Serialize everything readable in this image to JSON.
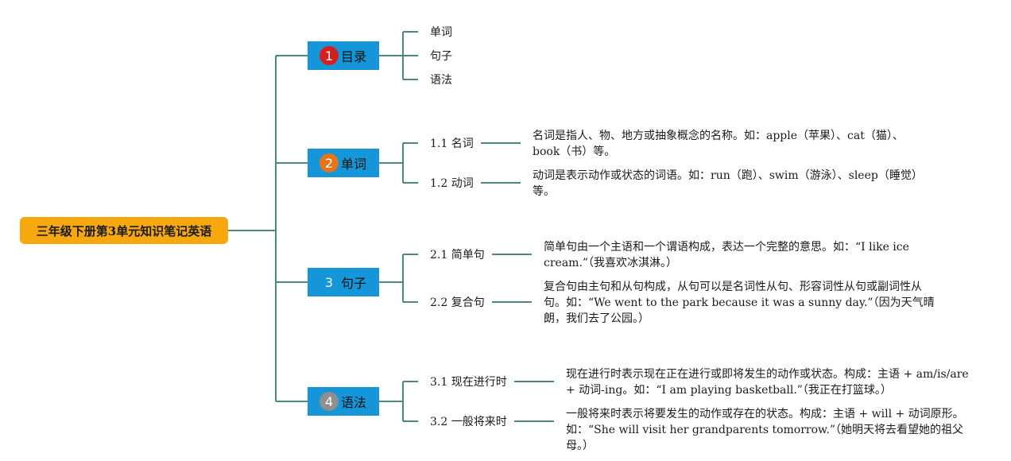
{
  "root": {
    "label": "三年级下册第3单元知识笔记英语",
    "color": "#f7a80f"
  },
  "link_color": "#4a8a78",
  "branches": [
    {
      "badge": "1",
      "badge_color": "#d51f1f",
      "label": "目录",
      "children": [
        {
          "label": "单词",
          "detail": ""
        },
        {
          "label": "句子",
          "detail": ""
        },
        {
          "label": "语法",
          "detail": ""
        }
      ]
    },
    {
      "badge": "2",
      "badge_color": "#e7731b",
      "label": "单词",
      "children": [
        {
          "label": "1.1 名词",
          "detail": "名词是指人、物、地方或抽象概念的名称。如：apple（苹果）、cat（猫）、book（书）等。"
        },
        {
          "label": "1.2 动词",
          "detail": "动词是表示动作或状态的词语。如：run（跑）、swim（游泳）、sleep（睡觉）等。"
        }
      ]
    },
    {
      "badge": "3",
      "badge_color": "#1596d8",
      "label": "句子",
      "children": [
        {
          "label": "2.1 简单句",
          "detail": "简单句由一个主语和一个谓语构成，表达一个完整的意思。如：“I like ice cream.”（我喜欢冰淇淋。）"
        },
        {
          "label": "2.2 复合句",
          "detail": "复合句由主句和从句构成，从句可以是名词性从句、形容词性从句或副词性从句。如：“We went to the park because it was a sunny day.”（因为天气晴朗，我们去了公园。）"
        }
      ]
    },
    {
      "badge": "4",
      "badge_color": "#8f8f8f",
      "label": "语法",
      "children": [
        {
          "label": "3.1 现在进行时",
          "detail": "现在进行时表示现在正在进行或即将发生的动作或状态。构成：主语 + am/is/are + 动词-ing。如：“I am playing basketball.”（我正在打篮球。）"
        },
        {
          "label": "3.2 一般将来时",
          "detail": "一般将来时表示将要发生的动作或存在的状态。构成：主语 + will + 动词原形。如：“She will visit her grandparents tomorrow.”（她明天将去看望她的祖父母。）"
        }
      ]
    }
  ]
}
